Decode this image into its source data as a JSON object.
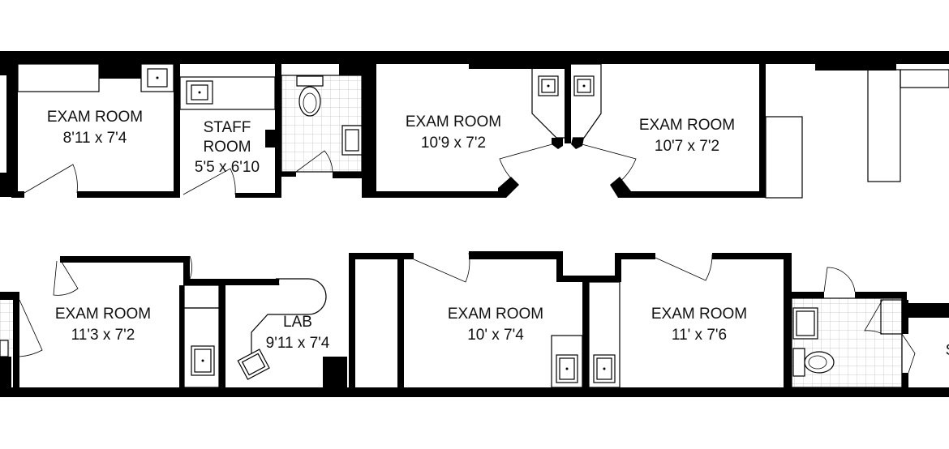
{
  "rooms": {
    "exam_a": {
      "name": "EXAM ROOM",
      "size": "8'11 x 7'4"
    },
    "staff": {
      "name1": "STAFF",
      "name2": "ROOM",
      "size": "5'5 x 6'10"
    },
    "exam_b": {
      "name": "EXAM ROOM",
      "size": "10'9 x 7'2"
    },
    "exam_c": {
      "name": "EXAM ROOM",
      "size": "10'7 x 7'2"
    },
    "exam_d": {
      "name": "EXAM ROOM",
      "size": "11'3 x 7'2"
    },
    "lab": {
      "name": "LAB",
      "size": "9'11 x 7'4"
    },
    "exam_e": {
      "name": "EXAM ROOM",
      "size": "10' x 7'4"
    },
    "exam_f": {
      "name": "EXAM ROOM",
      "size": "11' x 7'6"
    }
  },
  "edge_fragment": "S"
}
